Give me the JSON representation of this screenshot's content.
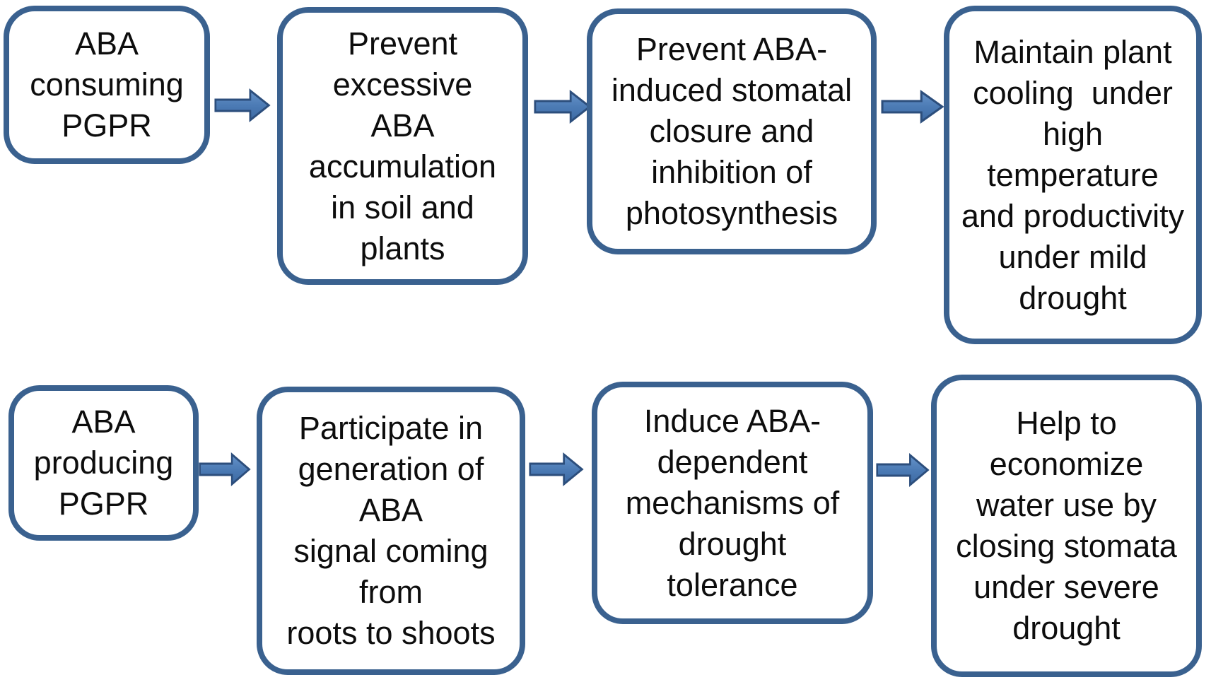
{
  "figure": {
    "type": "flowchart",
    "colors": {
      "box_border": "#3A618F",
      "box_fill": "#ffffff",
      "text": "#0d0d0d",
      "background": "#ffffff",
      "arrow_stroke": "#2C4E7C",
      "arrow_fill_light": "#6693CA",
      "arrow_fill_mid": "#4C7BB5",
      "arrow_fill_dark": "#3C69A2"
    },
    "rows": [
      {
        "id": "aba-consuming-pathway",
        "nodes": [
          {
            "id": "aba-consuming-pgpr",
            "text": "ABA\nconsuming\nPGPR"
          },
          {
            "id": "prevent-excessive-aba-accumulation",
            "text": "Prevent\nexcessive\nABA\naccumulation\nin soil and\nplants"
          },
          {
            "id": "prevent-aba-induced-stomatal-closure",
            "text": "Prevent ABA-\ninduced stomatal\nclosure and\ninhibition of\nphotosynthesis"
          },
          {
            "id": "maintain-plant-cooling",
            "text": "Maintain plant\ncooling  under\nhigh\ntemperature\nand productivity\nunder mild\ndrought"
          }
        ]
      },
      {
        "id": "aba-producing-pathway",
        "nodes": [
          {
            "id": "aba-producing-pgpr",
            "text": "ABA\nproducing\nPGPR"
          },
          {
            "id": "participate-in-aba-signal-generation",
            "text": "Participate in\ngeneration of\nABA\nsignal coming\nfrom\nroots to shoots"
          },
          {
            "id": "induce-aba-dependent-mechanisms",
            "text": "Induce ABA-\ndependent\nmechanisms of\ndrought\ntolerance"
          },
          {
            "id": "help-economize-water-use",
            "text": "Help to\neconomize\nwater use by\nclosing stomata\nunder severe\ndrought"
          }
        ]
      }
    ],
    "connections": [
      {
        "from": "aba-consuming-pgpr",
        "to": "prevent-excessive-aba-accumulation"
      },
      {
        "from": "prevent-excessive-aba-accumulation",
        "to": "prevent-aba-induced-stomatal-closure"
      },
      {
        "from": "prevent-aba-induced-stomatal-closure",
        "to": "maintain-plant-cooling"
      },
      {
        "from": "aba-producing-pgpr",
        "to": "participate-in-aba-signal-generation"
      },
      {
        "from": "participate-in-aba-signal-generation",
        "to": "induce-aba-dependent-mechanisms"
      },
      {
        "from": "induce-aba-dependent-mechanisms",
        "to": "help-economize-water-use"
      }
    ]
  }
}
